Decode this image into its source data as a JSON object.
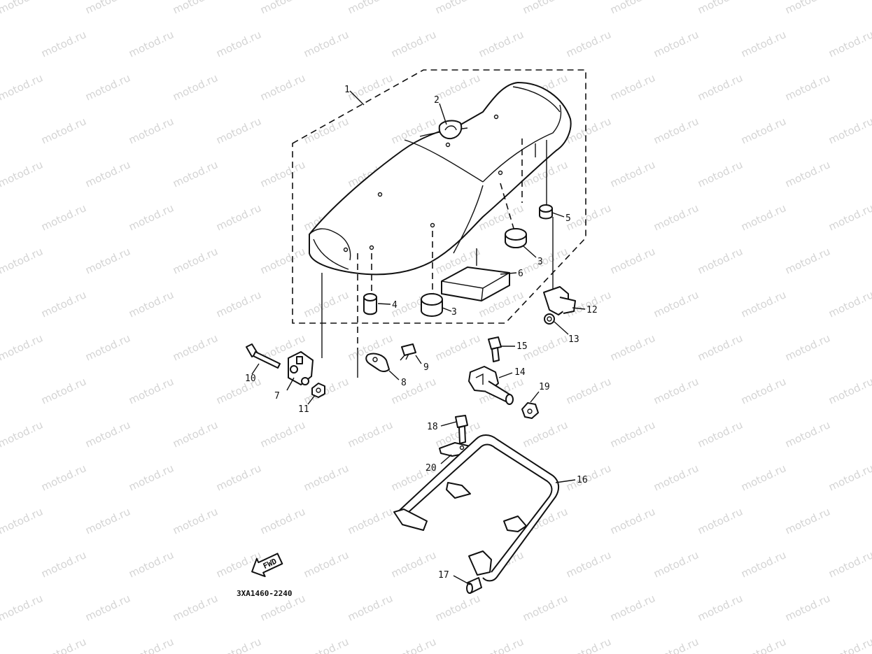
{
  "watermark": "motod.ru",
  "diagram_code": "3XA1460-2240",
  "fwd_label": "FWD",
  "callouts": [
    {
      "id": "c1",
      "label": "1"
    },
    {
      "id": "c2",
      "label": "2"
    },
    {
      "id": "c3a",
      "label": "3"
    },
    {
      "id": "c3b",
      "label": "3"
    },
    {
      "id": "c4",
      "label": "4"
    },
    {
      "id": "c5",
      "label": "5"
    },
    {
      "id": "c6",
      "label": "6"
    },
    {
      "id": "c7",
      "label": "7"
    },
    {
      "id": "c8",
      "label": "8"
    },
    {
      "id": "c9",
      "label": "9"
    },
    {
      "id": "c10",
      "label": "10"
    },
    {
      "id": "c11",
      "label": "11"
    },
    {
      "id": "c12",
      "label": "12"
    },
    {
      "id": "c13",
      "label": "13"
    },
    {
      "id": "c14",
      "label": "14"
    },
    {
      "id": "c15",
      "label": "15"
    },
    {
      "id": "c16",
      "label": "16"
    },
    {
      "id": "c17",
      "label": "17"
    },
    {
      "id": "c18",
      "label": "18"
    },
    {
      "id": "c19",
      "label": "19"
    },
    {
      "id": "c20",
      "label": "20"
    }
  ]
}
